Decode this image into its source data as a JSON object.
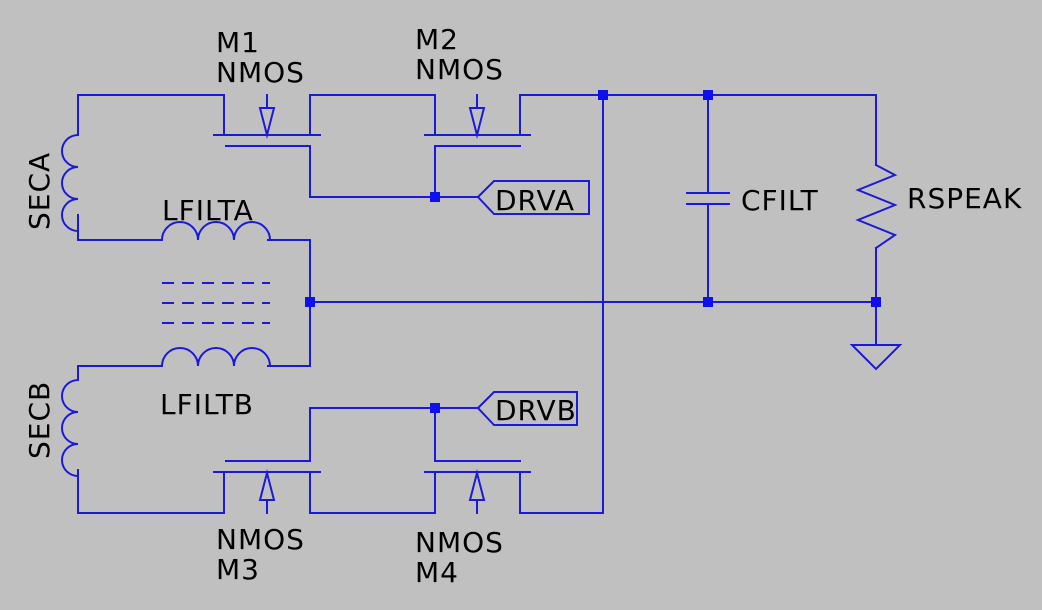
{
  "colors": {
    "background": "#c0c0c0",
    "wire": "#1a1ad8",
    "junction": "#1010ee",
    "text": "#000000"
  },
  "components": {
    "m1": {
      "name": "M1",
      "type": "NMOS"
    },
    "m2": {
      "name": "M2",
      "type": "NMOS"
    },
    "m3": {
      "name": "M3",
      "type": "NMOS"
    },
    "m4": {
      "name": "M4",
      "type": "NMOS"
    },
    "seca": "SECA",
    "secb": "SECB",
    "lfilta": "LFILTA",
    "lfiltb": "LFILTB",
    "cfilt": "CFILT",
    "rspeak": "RSPEAK"
  },
  "ports": {
    "drva": "DRVA",
    "drvb": "DRVB"
  },
  "ground": "ground-icon"
}
